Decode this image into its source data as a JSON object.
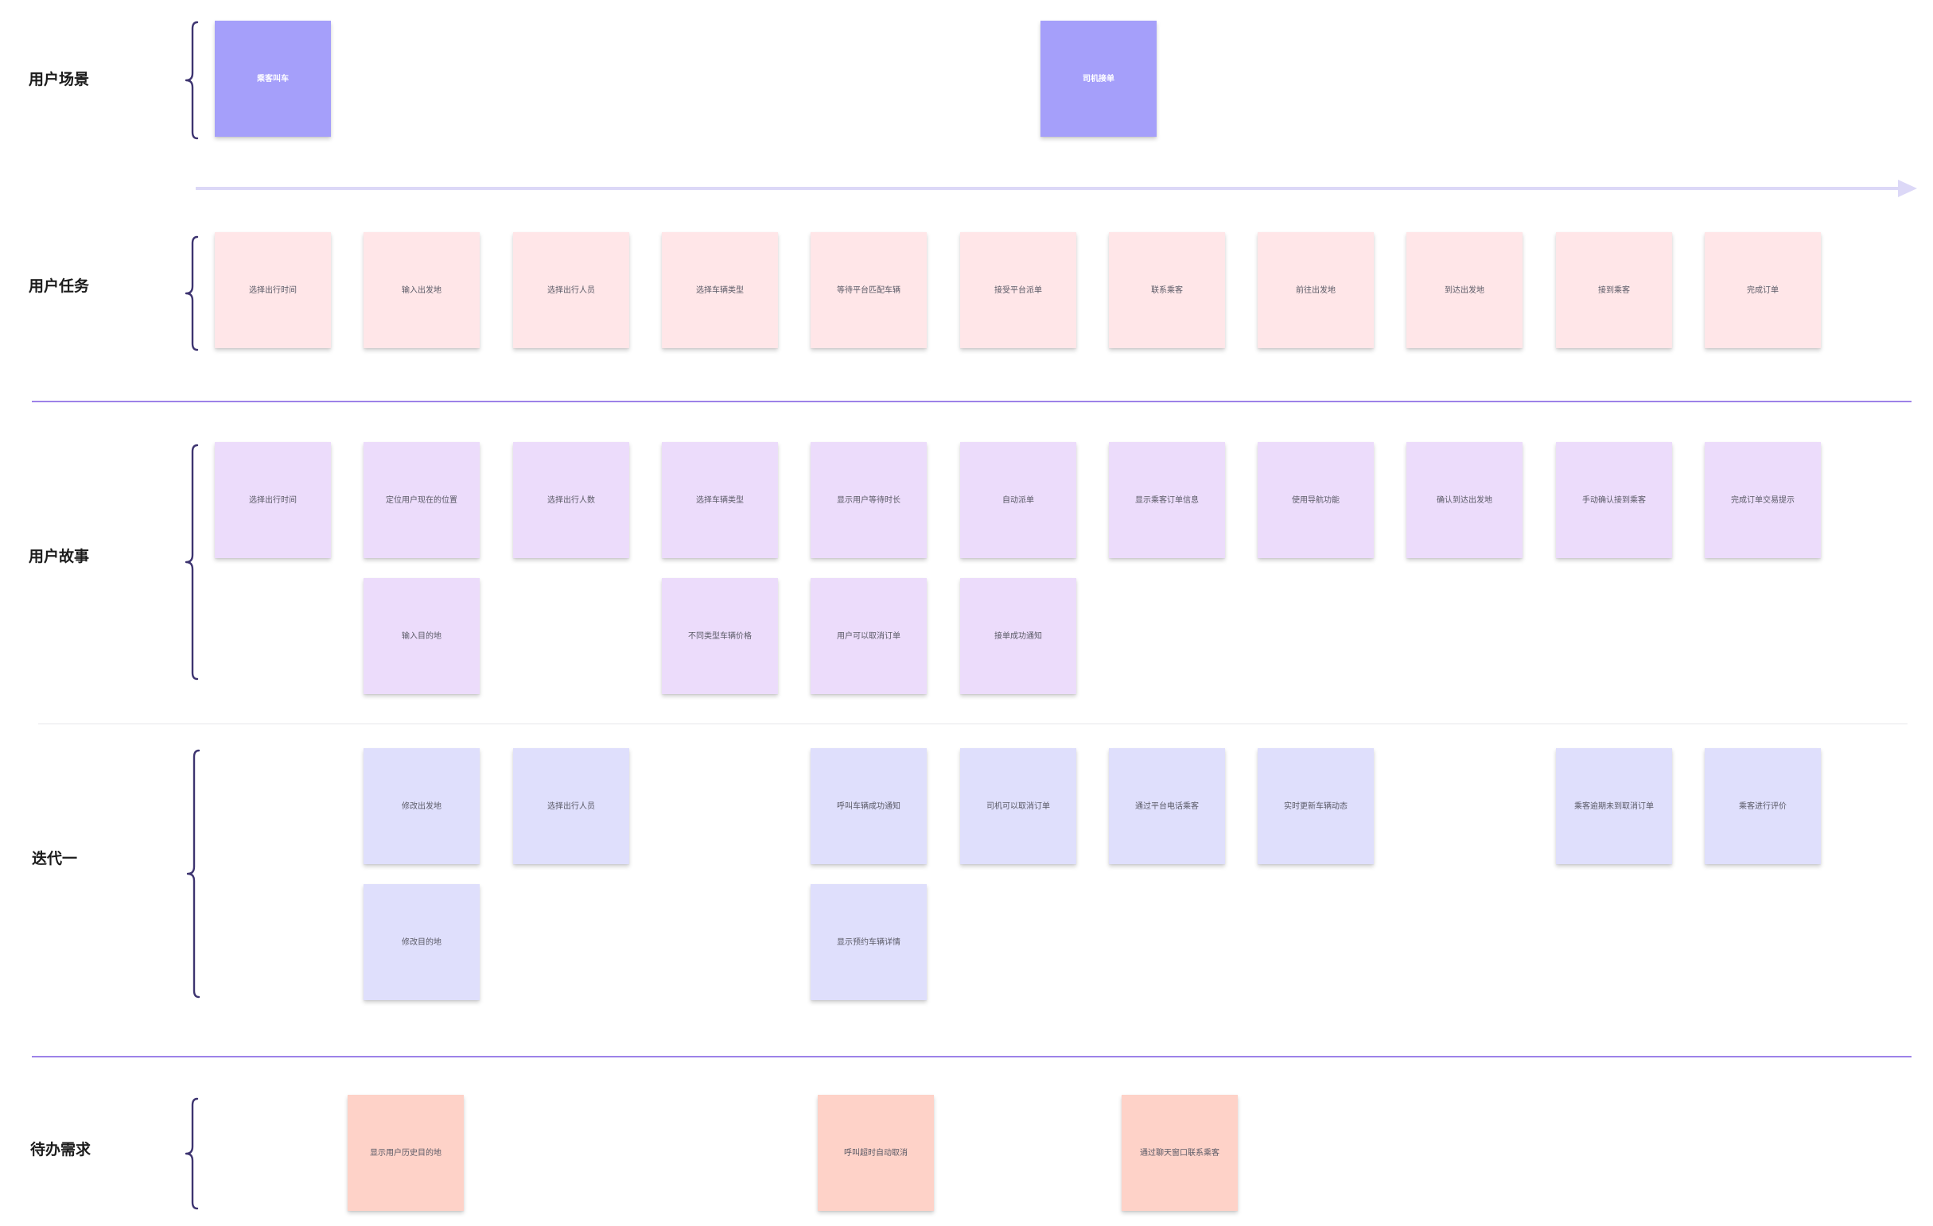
{
  "rows": {
    "scenes": "用户场景",
    "tasks": "用户任务",
    "stories": "用户故事",
    "iteration": "迭代一",
    "backlog": "待办需求"
  },
  "scenes": [
    "乘客叫车",
    "司机接单"
  ],
  "tasks": [
    "选择出行时间",
    "输入出发地",
    "选择出行人员",
    "选择车辆类型",
    "等待平台匹配车辆",
    "接受平台派单",
    "联系乘客",
    "前往出发地",
    "到达出发地",
    "接到乘客",
    "完成订单"
  ],
  "stories": {
    "row1": [
      "选择出行时间",
      "定位用户现在的位置",
      "选择出行人数",
      "选择车辆类型",
      "显示用户等待时长",
      "自动派单",
      "显示乘客订单信息",
      "使用导航功能",
      "确认到达出发地",
      "手动确认接到乘客",
      "完成订单交易提示"
    ],
    "row2": [
      "输入目的地",
      "不同类型车辆价格",
      "用户可以取消订单",
      "接单成功通知"
    ]
  },
  "iteration": {
    "row1": [
      "修改出发地",
      "选择出行人员",
      "呼叫车辆成功通知",
      "司机可以取消订单",
      "通过平台电话乘客",
      "实时更新车辆动态",
      "乘客逾期未到取消订单",
      "乘客进行评价"
    ],
    "row2": [
      "修改目的地",
      "显示预约车辆详情"
    ]
  },
  "backlog": [
    "显示用户历史目的地",
    "呼叫超时自动取消",
    "通过聊天窗口联系乘客"
  ],
  "colors": {
    "scene": "#a59ffa",
    "task": "#ffe6e8",
    "story": "#ecdcfb",
    "iteration": "#dfdffc",
    "backlog": "#fed2c8",
    "divider": "#9d82e8",
    "brace": "#3d3470"
  }
}
